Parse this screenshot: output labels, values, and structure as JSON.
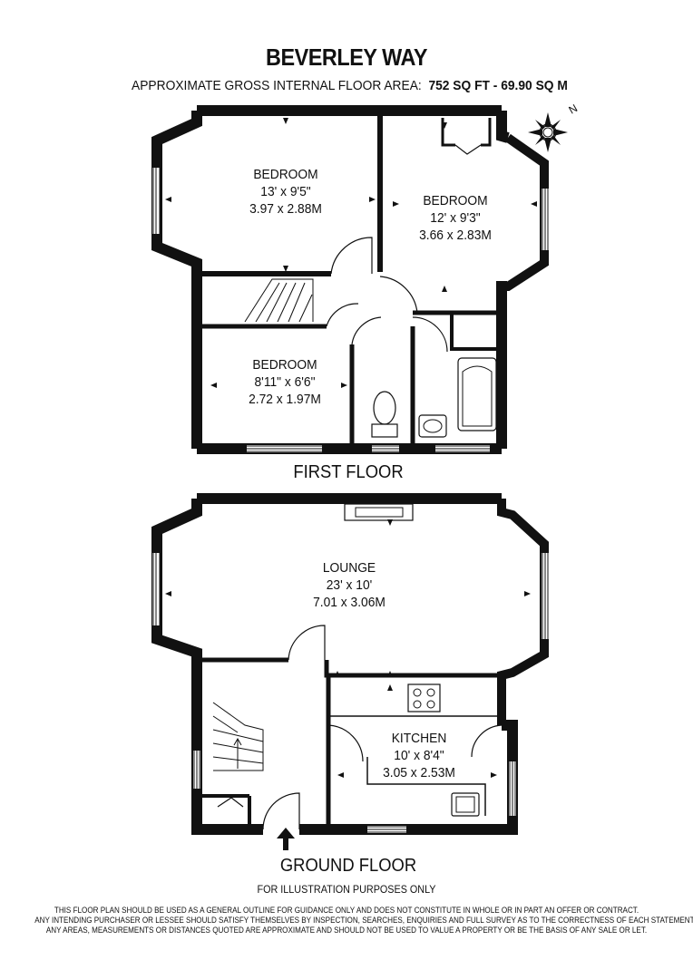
{
  "header": {
    "title": "BEVERLEY WAY",
    "area_label": "APPROXIMATE GROSS INTERNAL FLOOR AREA:",
    "area_value": "752 SQ FT  -  69.90 SQ M"
  },
  "compass": {
    "letter": "N",
    "icon": "compass-rose-icon"
  },
  "first_floor": {
    "label": "FIRST FLOOR",
    "rooms": [
      {
        "name": "BEDROOM",
        "imperial": "13' x 9'5\"",
        "metric": "3.97 x 2.88M"
      },
      {
        "name": "BEDROOM",
        "imperial": "12' x 9'3\"",
        "metric": "3.66 x 2.83M"
      },
      {
        "name": "BEDROOM",
        "imperial": "8'11\" x 6'6\"",
        "metric": "2.72 x 1.97M"
      }
    ]
  },
  "ground_floor": {
    "label": "GROUND FLOOR",
    "rooms": [
      {
        "name": "LOUNGE",
        "imperial": "23' x 10'",
        "metric": "7.01 x 3.06M"
      },
      {
        "name": "KITCHEN",
        "imperial": "10' x 8'4\"",
        "metric": "3.05 x 2.53M"
      }
    ]
  },
  "footer": {
    "illustration": "FOR ILLUSTRATION PURPOSES ONLY",
    "disclaimer": [
      "THIS FLOOR PLAN SHOULD BE USED AS A GENERAL OUTLINE FOR GUIDANCE ONLY AND DOES NOT CONSTITUTE IN WHOLE OR IN PART AN OFFER OR CONTRACT.",
      "ANY INTENDING PURCHASER OR LESSEE SHOULD SATISFY THEMSELVES BY INSPECTION, SEARCHES, ENQUIRIES AND FULL SURVEY AS TO THE CORRECTNESS OF EACH STATEMENT.",
      "ANY AREAS, MEASUREMENTS OR DISTANCES QUOTED ARE APPROXIMATE AND SHOULD NOT BE USED TO VALUE A PROPERTY OR BE THE BASIS OF ANY SALE OR LET."
    ]
  },
  "colors": {
    "wall": "#111111",
    "window": "#ffffff",
    "background": "#ffffff"
  }
}
